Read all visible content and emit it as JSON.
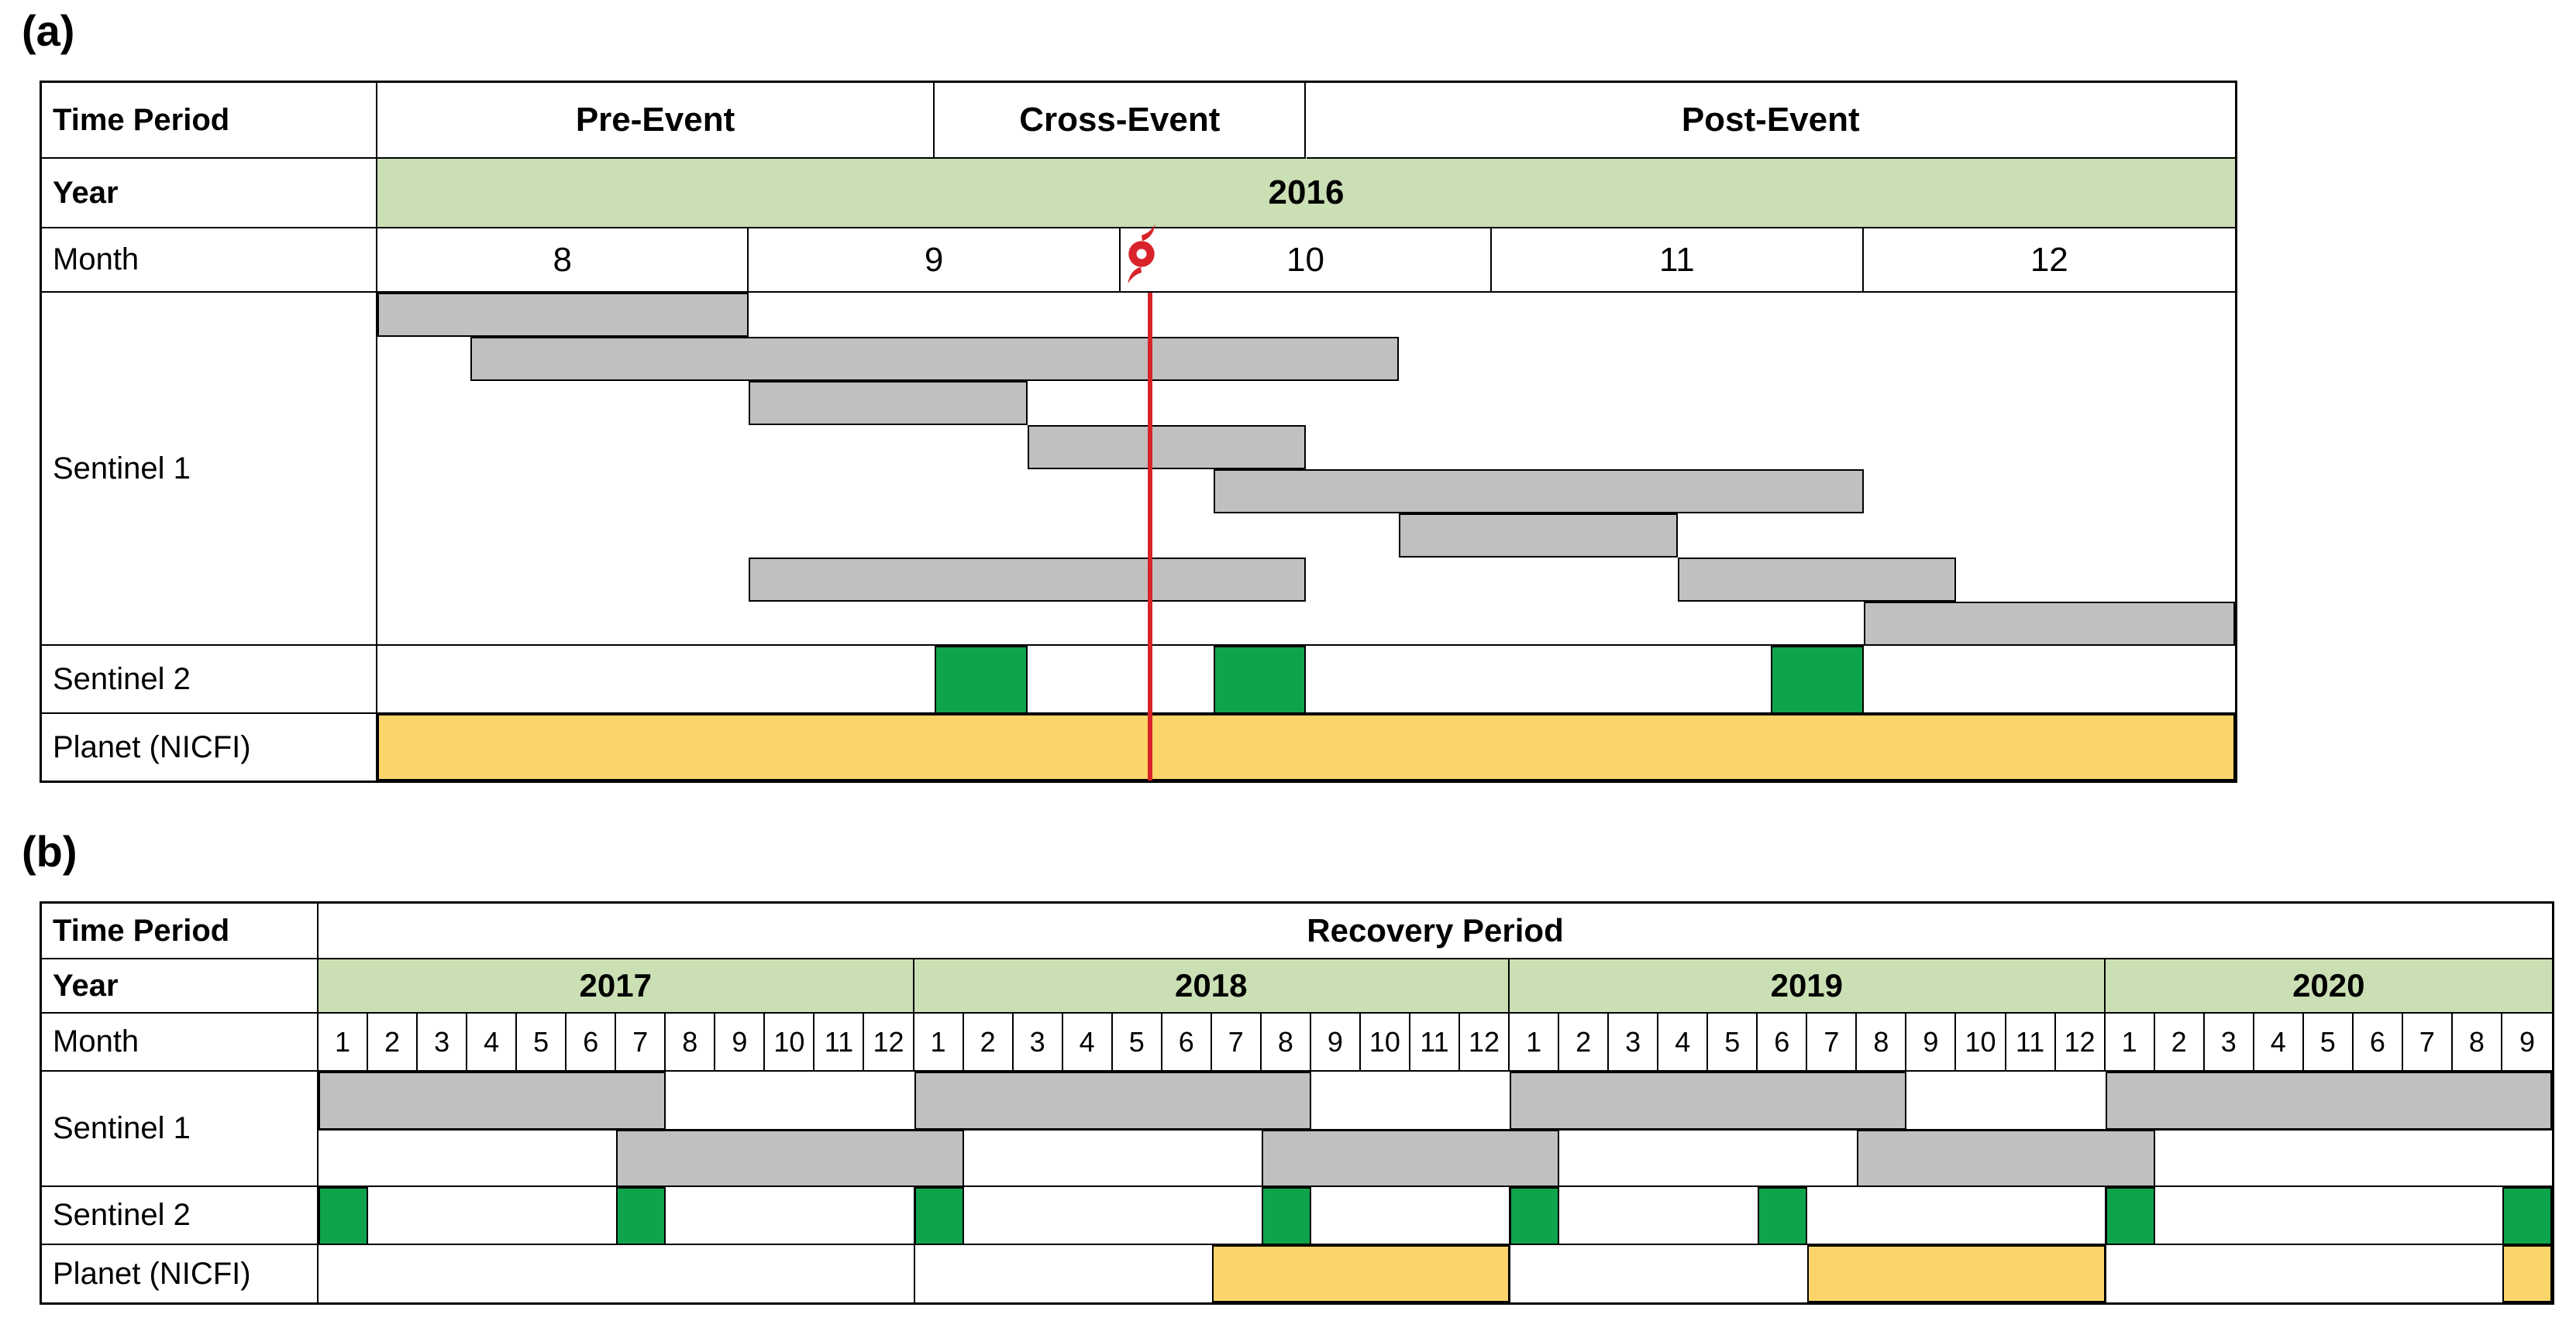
{
  "colors": {
    "bar_gray": "#C0C0C0",
    "bar_green": "#0FA34C",
    "bar_yellow": "#FBD56A",
    "year_row_green": "#CADFB4",
    "event_red": "#D8232A",
    "border": "#000000",
    "text": "#000000"
  },
  "chart_data": {
    "type": "gantt",
    "title": "",
    "legend": "none",
    "panels": [
      {
        "id": "a",
        "label": "(a)",
        "corner_label": "Time Period",
        "year_row_label": "Year",
        "month_row_label": "Month",
        "total_months": 5,
        "period_headers": [
          {
            "label": "Pre-Event",
            "start": 0,
            "end": 1.5
          },
          {
            "label": "Cross-Event",
            "start": 1.5,
            "end": 2.5
          },
          {
            "label": "Post-Event",
            "start": 2.5,
            "end": 5
          }
        ],
        "years": [
          {
            "label": "2016",
            "start": 0,
            "end": 5
          }
        ],
        "months": [
          "8",
          "9",
          "10",
          "11",
          "12"
        ],
        "event_marker": {
          "name": "hurricane",
          "position": 2.08
        },
        "rows": [
          {
            "label": "Sentinel 1",
            "color_key": "bar_gray",
            "levels": 8,
            "bars": [
              {
                "level": 0,
                "start": 0,
                "end": 1
              },
              {
                "level": 1,
                "start": 0.25,
                "end": 2.75
              },
              {
                "level": 2,
                "start": 1,
                "end": 1.75
              },
              {
                "level": 3,
                "start": 1.75,
                "end": 2.5
              },
              {
                "level": 4,
                "start": 2.25,
                "end": 4
              },
              {
                "level": 5,
                "start": 2.75,
                "end": 3.5
              },
              {
                "level": 6,
                "start": 1,
                "end": 2.5
              },
              {
                "level": 6,
                "start": 3.5,
                "end": 4.25
              },
              {
                "level": 7,
                "start": 4,
                "end": 5
              }
            ]
          },
          {
            "label": "Sentinel 2",
            "color_key": "bar_green",
            "levels": 1,
            "bars": [
              {
                "level": 0,
                "start": 1.5,
                "end": 1.75
              },
              {
                "level": 0,
                "start": 2.25,
                "end": 2.5
              },
              {
                "level": 0,
                "start": 3.75,
                "end": 4
              }
            ]
          },
          {
            "label": "Planet (NICFI)",
            "color_key": "bar_yellow",
            "levels": 1,
            "bars": [
              {
                "level": 0,
                "start": 0,
                "end": 5
              }
            ]
          }
        ]
      },
      {
        "id": "b",
        "label": "(b)",
        "corner_label": "Time Period",
        "year_row_label": "Year",
        "month_row_label": "Month",
        "total_months": 45,
        "period_headers": [
          {
            "label": "Recovery Period",
            "start": 0,
            "end": 45
          }
        ],
        "years": [
          {
            "label": "2017",
            "start": 0,
            "end": 12
          },
          {
            "label": "2018",
            "start": 12,
            "end": 24
          },
          {
            "label": "2019",
            "start": 24,
            "end": 36
          },
          {
            "label": "2020",
            "start": 36,
            "end": 45
          }
        ],
        "months": [
          "1",
          "2",
          "3",
          "4",
          "5",
          "6",
          "7",
          "8",
          "9",
          "10",
          "11",
          "12",
          "1",
          "2",
          "3",
          "4",
          "5",
          "6",
          "7",
          "8",
          "9",
          "10",
          "11",
          "12",
          "1",
          "2",
          "3",
          "4",
          "5",
          "6",
          "7",
          "8",
          "9",
          "10",
          "11",
          "12",
          "1",
          "2",
          "3",
          "4",
          "5",
          "6",
          "7",
          "8",
          "9"
        ],
        "year_gridlines": [
          12,
          24,
          36
        ],
        "rows": [
          {
            "label": "Sentinel 1",
            "color_key": "bar_gray",
            "levels": 2,
            "bars": [
              {
                "level": 0,
                "start": 0,
                "end": 7
              },
              {
                "level": 0,
                "start": 12,
                "end": 20
              },
              {
                "level": 0,
                "start": 24,
                "end": 32
              },
              {
                "level": 0,
                "start": 36,
                "end": 45
              },
              {
                "level": 1,
                "start": 6,
                "end": 13
              },
              {
                "level": 1,
                "start": 19,
                "end": 25
              },
              {
                "level": 1,
                "start": 31,
                "end": 37
              }
            ]
          },
          {
            "label": "Sentinel 2",
            "color_key": "bar_green",
            "levels": 1,
            "bars": [
              {
                "level": 0,
                "start": 0,
                "end": 1
              },
              {
                "level": 0,
                "start": 6,
                "end": 7
              },
              {
                "level": 0,
                "start": 12,
                "end": 13
              },
              {
                "level": 0,
                "start": 19,
                "end": 20
              },
              {
                "level": 0,
                "start": 24,
                "end": 25
              },
              {
                "level": 0,
                "start": 29,
                "end": 30
              },
              {
                "level": 0,
                "start": 36,
                "end": 37
              },
              {
                "level": 0,
                "start": 44,
                "end": 45
              }
            ]
          },
          {
            "label": "Planet (NICFI)",
            "color_key": "bar_yellow",
            "levels": 1,
            "bars": [
              {
                "level": 0,
                "start": 18,
                "end": 24
              },
              {
                "level": 0,
                "start": 30,
                "end": 36
              },
              {
                "level": 0,
                "start": 44,
                "end": 45
              }
            ]
          }
        ]
      }
    ]
  }
}
